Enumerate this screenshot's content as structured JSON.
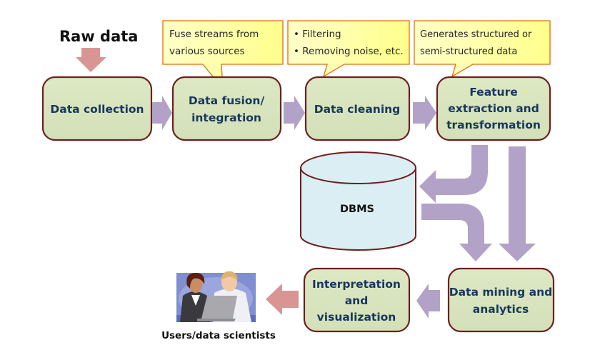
{
  "title": "Raw data",
  "colors": {
    "step_fill": "#d7e4bd",
    "step_border": "#6d1f1f",
    "step_text": "#17375e",
    "callout_fill": "#ffff99",
    "callout_border": "#e36c0a",
    "flow_arrow": "#b3a2c7",
    "io_arrow": "#d99594",
    "dbms_fill": "#daeef3"
  },
  "steps": [
    {
      "id": "data-collection",
      "lines": [
        "Data collection"
      ]
    },
    {
      "id": "data-fusion",
      "lines": [
        "Data fusion/",
        "integration"
      ]
    },
    {
      "id": "data-cleaning",
      "lines": [
        "Data cleaning"
      ]
    },
    {
      "id": "feature-extraction",
      "lines": [
        "Feature",
        "extraction and",
        "transformation"
      ]
    },
    {
      "id": "data-mining",
      "lines": [
        "Data mining and",
        "analytics"
      ]
    },
    {
      "id": "interpretation",
      "lines": [
        "Interpretation",
        "and",
        "visualization"
      ]
    }
  ],
  "callouts": [
    {
      "target": "data-fusion",
      "lines": [
        "Fuse streams from",
        "various sources"
      ]
    },
    {
      "target": "data-cleaning",
      "lines": [
        "• Filtering",
        "• Removing noise, etc."
      ]
    },
    {
      "target": "feature-extraction",
      "lines": [
        "Generates structured or",
        "semi-structured data"
      ]
    }
  ],
  "storage": {
    "label": "DBMS"
  },
  "users": {
    "label": "Users/data scientists",
    "icon": "people-at-laptop-icon"
  },
  "edges": [
    {
      "from": "raw-data",
      "to": "data-collection"
    },
    {
      "from": "data-collection",
      "to": "data-fusion"
    },
    {
      "from": "data-fusion",
      "to": "data-cleaning"
    },
    {
      "from": "data-cleaning",
      "to": "feature-extraction"
    },
    {
      "from": "feature-extraction",
      "to": "dbms"
    },
    {
      "from": "dbms",
      "to": "data-mining"
    },
    {
      "from": "feature-extraction",
      "to": "data-mining"
    },
    {
      "from": "data-mining",
      "to": "interpretation"
    },
    {
      "from": "interpretation",
      "to": "users"
    }
  ]
}
